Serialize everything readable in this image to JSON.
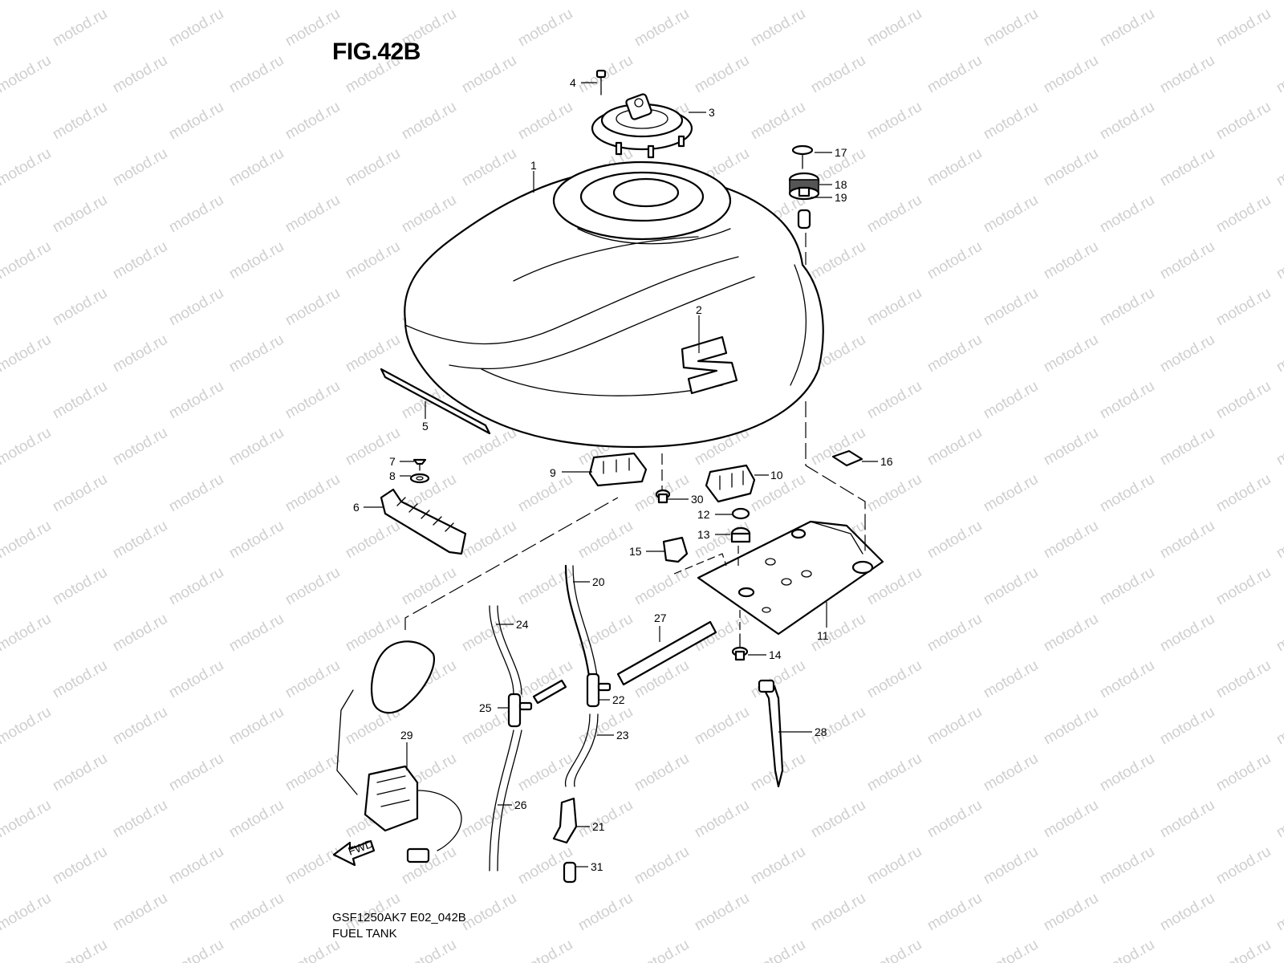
{
  "figure": {
    "title": "FIG.42B",
    "model_code": "GSF1250AK7 E02_042B",
    "name": "FUEL TANK"
  },
  "watermark": {
    "text": "motod.ru"
  },
  "callouts": {
    "c1": "1",
    "c2": "2",
    "c3": "3",
    "c4": "4",
    "c5": "5",
    "c6": "6",
    "c7": "7",
    "c8": "8",
    "c9": "9",
    "c10": "10",
    "c11": "11",
    "c12": "12",
    "c13": "13",
    "c14": "14",
    "c15": "15",
    "c16": "16",
    "c17": "17",
    "c18": "18",
    "c19": "19",
    "c20": "20",
    "c21": "21",
    "c22": "22",
    "c23": "23",
    "c24": "24",
    "c25": "25",
    "c26": "26",
    "c27": "27",
    "c28": "28",
    "c29": "29",
    "c30": "30",
    "c31": "31"
  },
  "direction_arrow": {
    "label": "FWD"
  },
  "colors": {
    "line": "#000000",
    "watermark": "#cfcfcf",
    "background": "#ffffff"
  }
}
